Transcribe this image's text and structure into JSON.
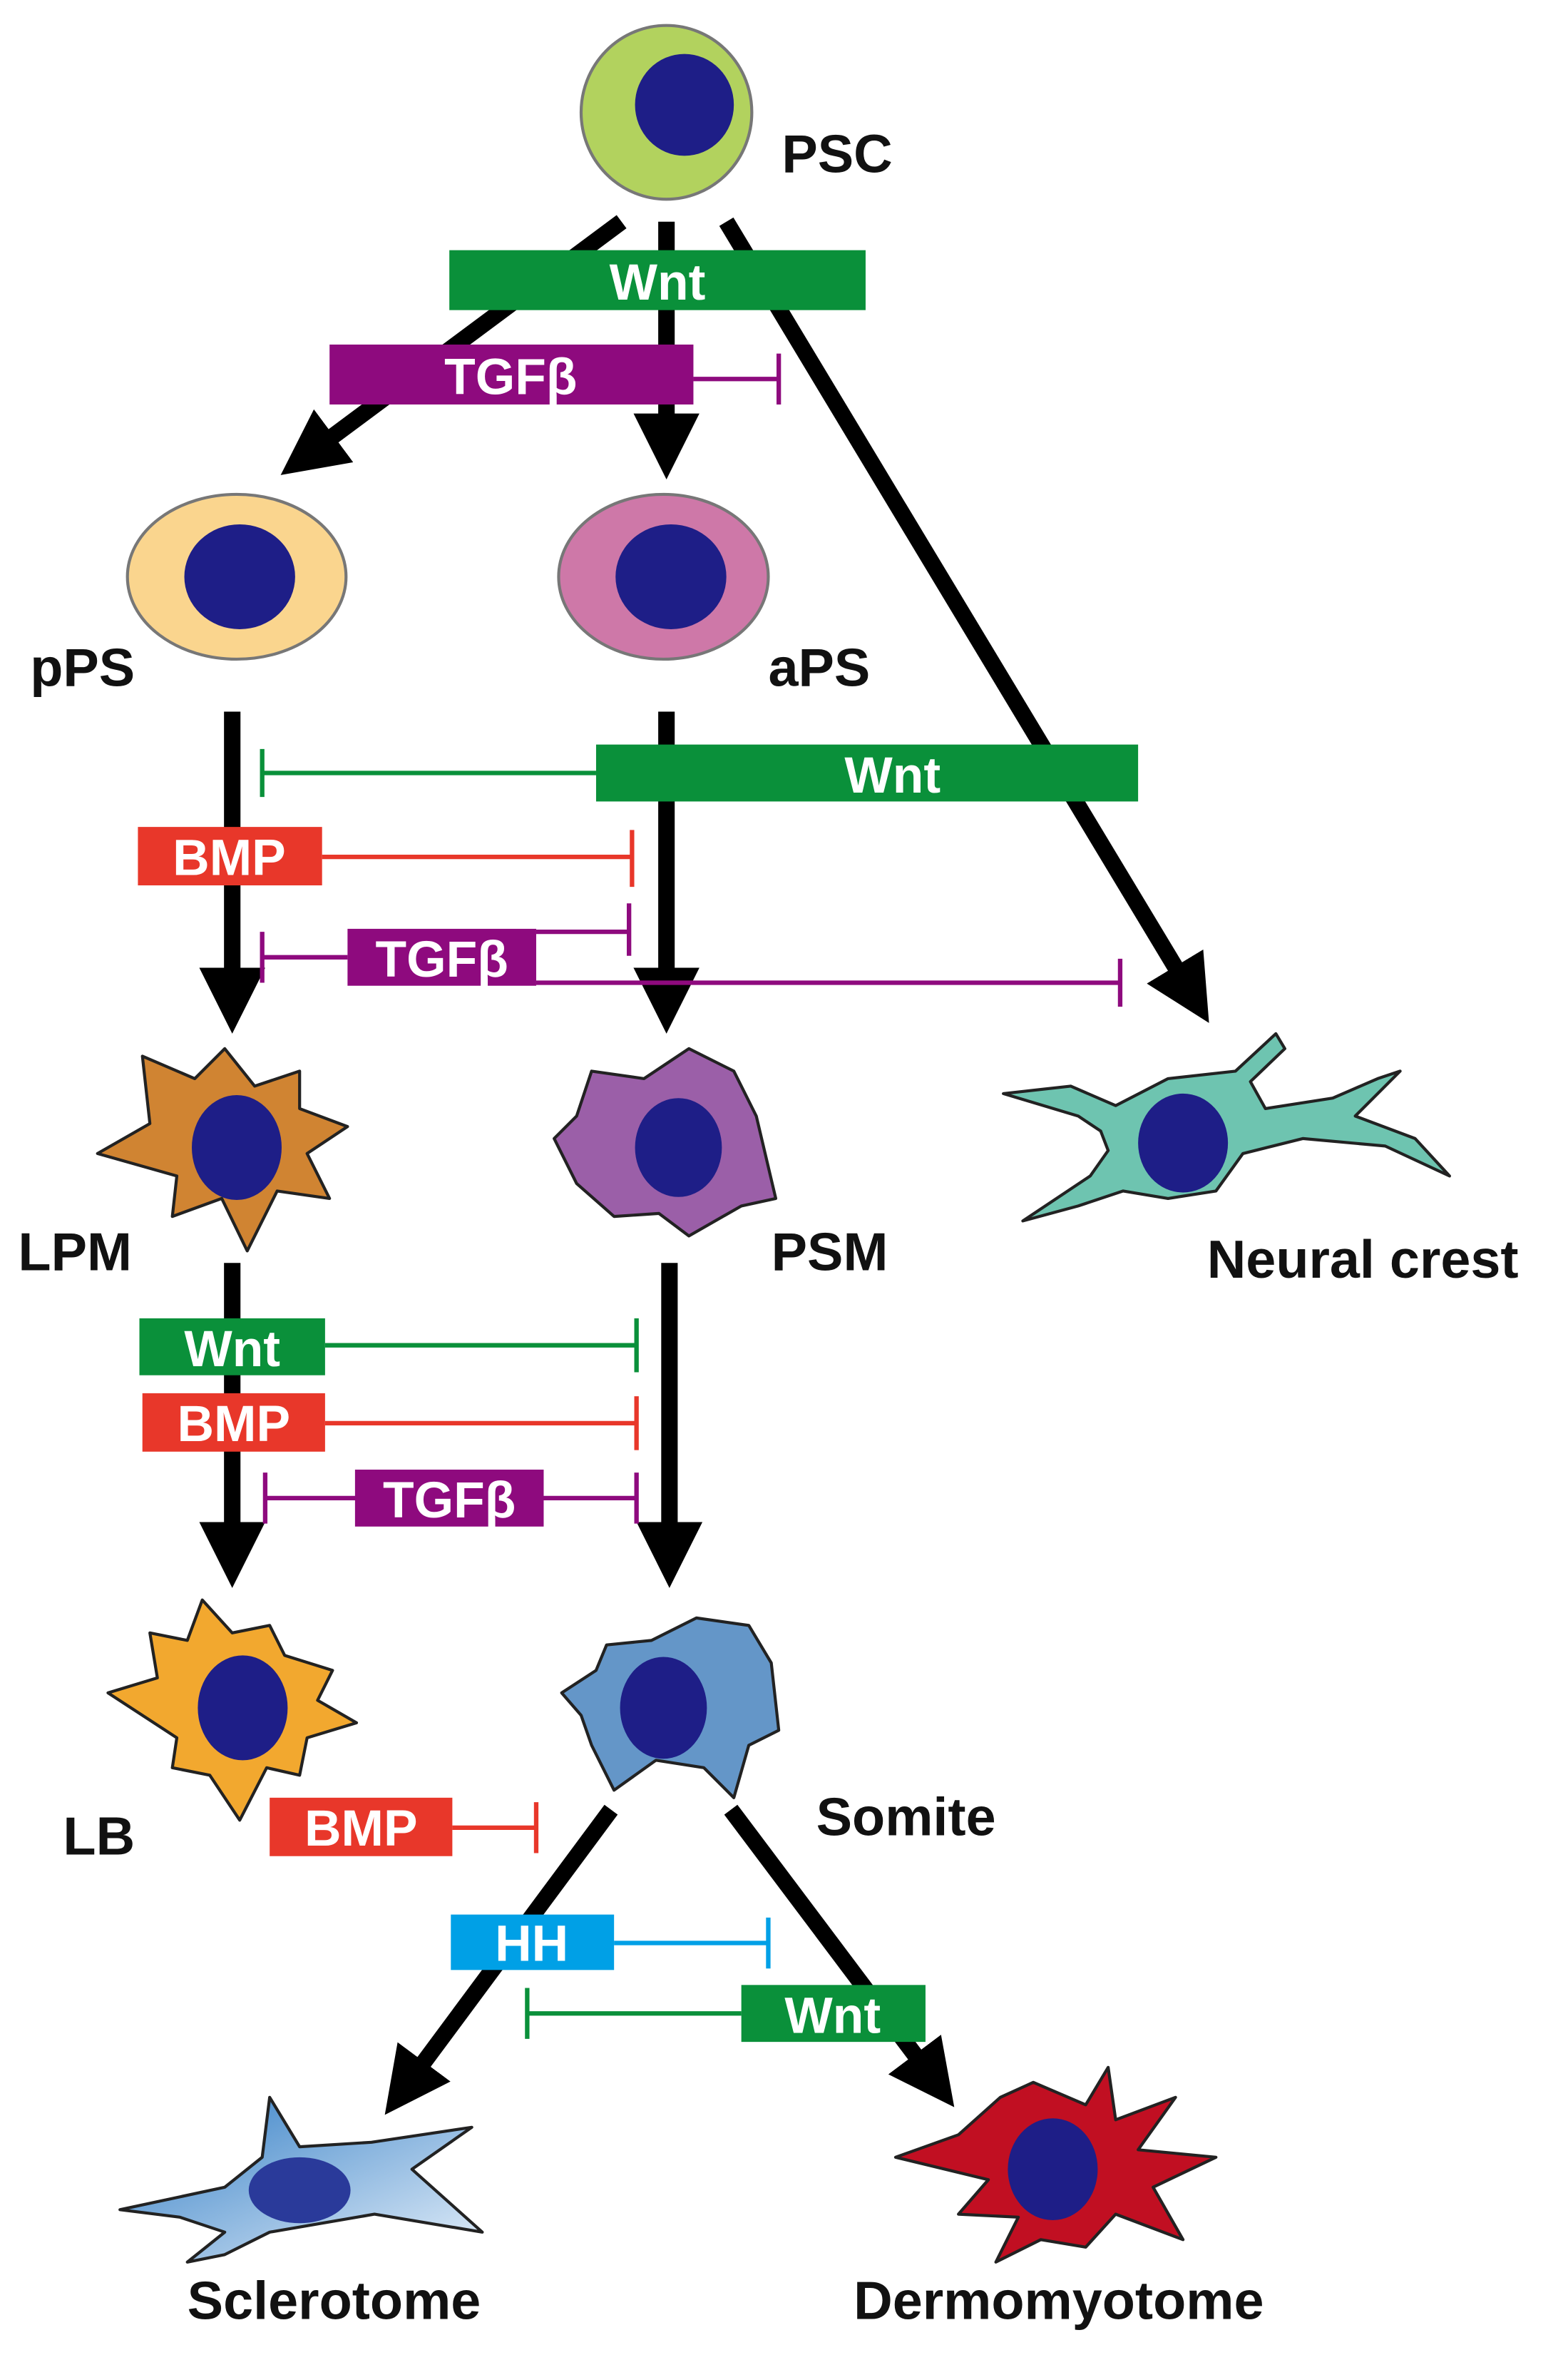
{
  "cells": {
    "psc": "PSC",
    "pps": "pPS",
    "aps": "aPS",
    "lpm": "LPM",
    "psm": "PSM",
    "neural_crest": "Neural crest",
    "lb": "LB",
    "somite": "Somite",
    "sclerotome": "Sclerotome",
    "dermomyotome": "Dermomyotome"
  },
  "signals": {
    "s1_wnt": "Wnt",
    "s1_tgfb": "TGFβ",
    "s2_wnt": "Wnt",
    "s2_bmp": "BMP",
    "s2_tgfb": "TGFβ",
    "s3_wnt": "Wnt",
    "s3_bmp": "BMP",
    "s3_tgfb": "TGFβ",
    "s4_bmp": "BMP",
    "s5_hh": "HH",
    "s5_wnt": "Wnt"
  },
  "colors": {
    "wnt": "#0A903A",
    "tgfb": "#8E0A7E",
    "bmp": "#E8372A",
    "hh": "#00A0E6",
    "nucleus": "#1E1E87",
    "psc": "#B2D25E",
    "pps": "#FAD58E",
    "aps": "#CE78A8",
    "lpm": "#D08432",
    "psm": "#9B5FA8",
    "neural_crest": "#6EC4B0",
    "lb": "#F2A82F",
    "somite": "#6496C8",
    "sclerotome": "#5A9AD6",
    "dermomyotome": "#C10F22"
  }
}
